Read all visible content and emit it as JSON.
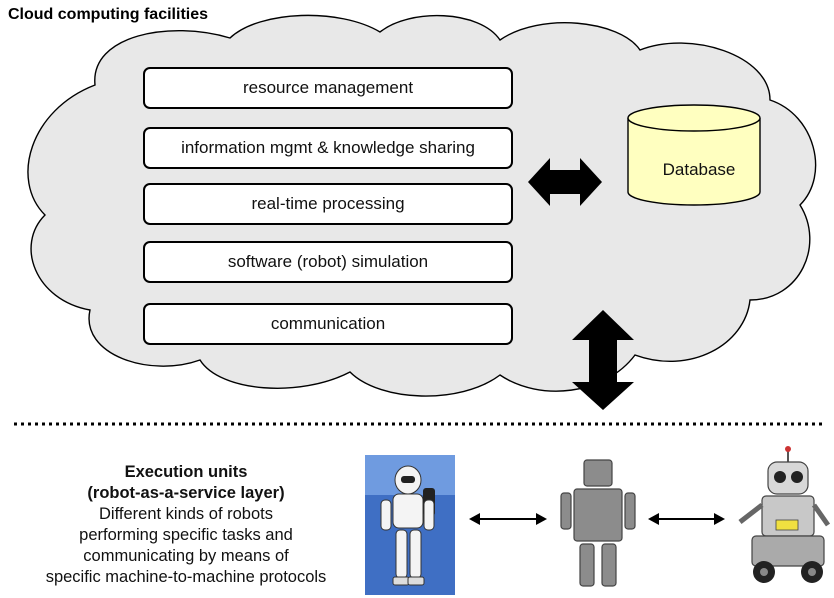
{
  "title": "Cloud computing facilities",
  "services": [
    "resource management",
    "information mgmt & knowledge sharing",
    "real-time processing",
    "software (robot) simulation",
    "communication"
  ],
  "database_label": "Database",
  "execution": {
    "heading": "Execution units",
    "subheading": "(robot-as-a-service layer)",
    "lines": [
      "Different kinds of robots",
      "performing specific tasks and",
      "communicating by means of",
      "specific machine-to-machine protocols"
    ]
  },
  "colors": {
    "cloud_fill": "#e8e8e8",
    "database_fill": "#ffffc0",
    "arrow": "#000000"
  }
}
